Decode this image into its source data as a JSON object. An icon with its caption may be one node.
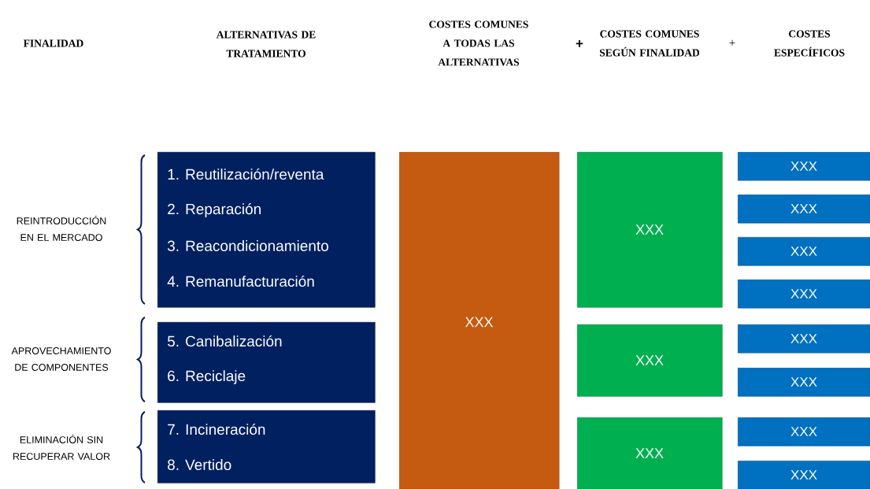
{
  "diagram": {
    "nodes": [
      {
        "text": [
          "1. Reutilización/reventa",
          "2. Reparación",
          "3. Reacondicionamiento",
          "4. Remanufacturación"
        ]
      },
      {
        "text": [
          "5. Canibalización",
          "6. Reciclaje"
        ]
      },
      {
        "text": [
          "7. Incineración",
          "8. Vertido"
        ]
      },
      {
        "text": [
          "XXX"
        ]
      },
      {
        "text": [
          "XXX"
        ]
      },
      {
        "text": [
          "XXX"
        ]
      },
      {
        "text": [
          "XXX"
        ]
      },
      {
        "text": [
          "XXX"
        ]
      },
      {
        "text": [
          "XXX"
        ]
      },
      {
        "text": [
          "XXX"
        ]
      },
      {
        "text": [
          "XXX"
        ]
      },
      {
        "text": [
          "XXX"
        ]
      },
      {
        "text": [
          "XXX"
        ]
      },
      {
        "text": [
          "XXX"
        ]
      },
      {
        "text": [
          "XXX"
        ]
      }
    ],
    "edges": [],
    "labels": [
      "FINALIDAD",
      "ALTERNATIVAS DE TRATAMIENTO",
      "COSTES COMUNES A TODAS LAS ALTERNATIVAS",
      "+",
      "COSTES COMUNES SEGÚN FINALIDAD",
      "+",
      "COSTES ESPECÍFICOS",
      "REINTRODUCCIÓN EN EL MERCADO",
      "APROVECHAMIENTO DE COMPONENTES",
      "ELIMINACIÓN SIN RECUPERAR VALOR"
    ]
  }
}
